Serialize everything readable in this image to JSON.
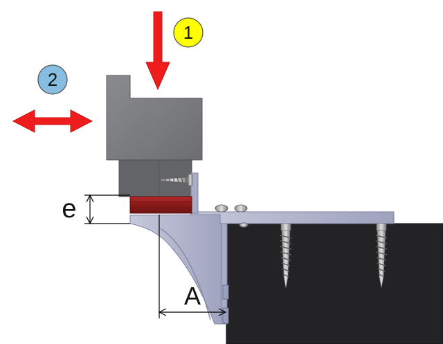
{
  "labels": {
    "step_1": "1",
    "step_2": "2",
    "dimension_e": "e",
    "dimension_a": "A"
  },
  "colors": {
    "arrow": "#ee1c1c",
    "badge_1": "#ffff00",
    "badge_2": "#86bde0",
    "block": "#7b7d81",
    "block_lower": "#5f6165",
    "edge_band": "#9a1f1f",
    "bracket": "#b3b6cf",
    "cabinet": "#232326",
    "screw": "#c2c2c2",
    "dim_line": "#000000"
  },
  "icons": {
    "down_arrow": "arrow-down-icon",
    "side_arrow": "double-arrow-horizontal-icon",
    "screw": "screw-icon"
  }
}
